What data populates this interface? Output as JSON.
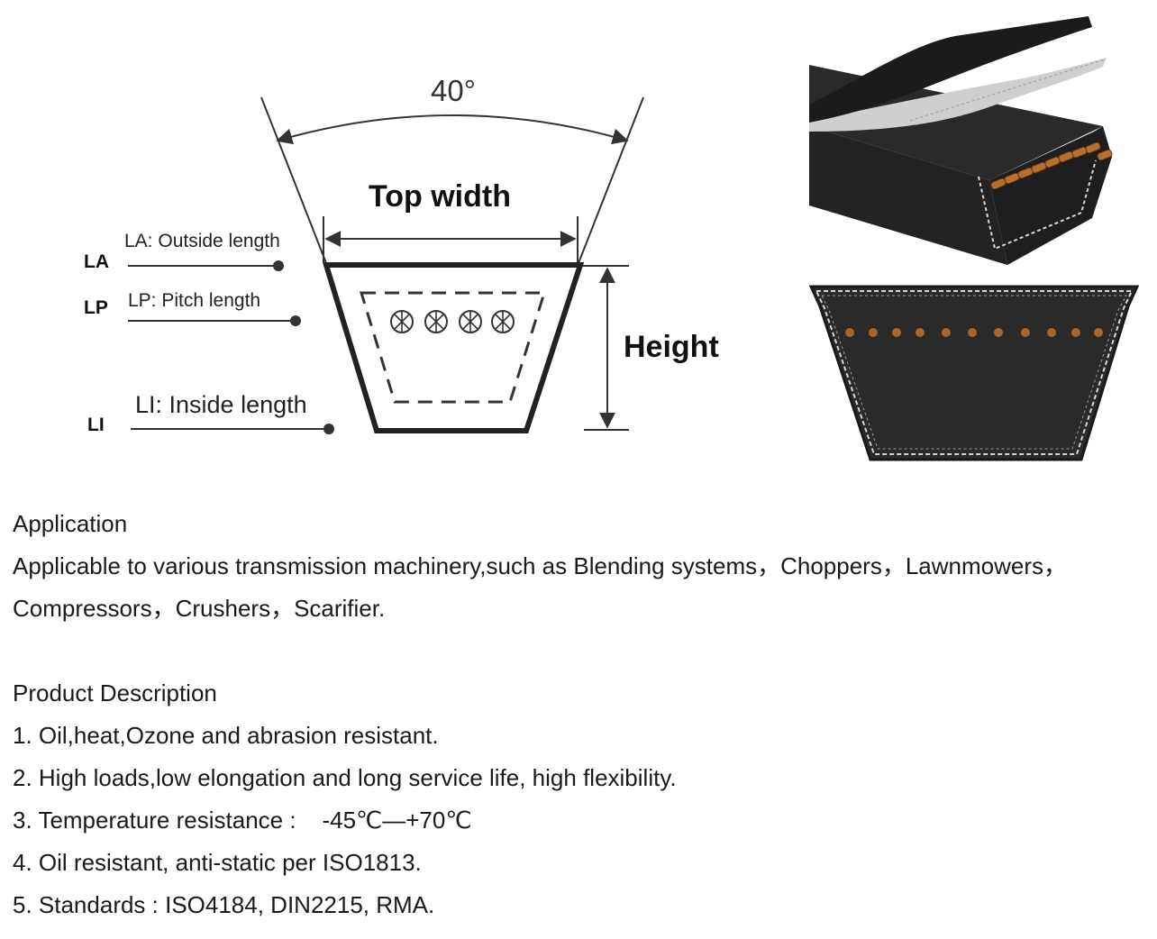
{
  "diagram": {
    "angle": "40°",
    "top_width": "Top width",
    "height": "Height",
    "la_abbr": "LA",
    "la_label": "LA: Outside length",
    "lp_abbr": "LP",
    "lp_label": "LP: Pitch length",
    "li_abbr": "LI",
    "li_label": "LI: Inside length"
  },
  "application": {
    "heading": "Application",
    "line1": "Applicable to various transmission machinery,such as Blending systems，Choppers，Lawnmowers，",
    "line2": "Compressors，Crushers，Scarifier."
  },
  "description": {
    "heading": "Product Description",
    "items": [
      "1. Oil,heat,Ozone and abrasion resistant.",
      "2. High loads,low elongation and long service life, high flexibility.",
      "3. Temperature resistance :    -45℃—+70℃",
      "4. Oil resistant, anti-static per ISO1813.",
      "5. Standards : ISO4184, DIN2215, RMA."
    ]
  }
}
